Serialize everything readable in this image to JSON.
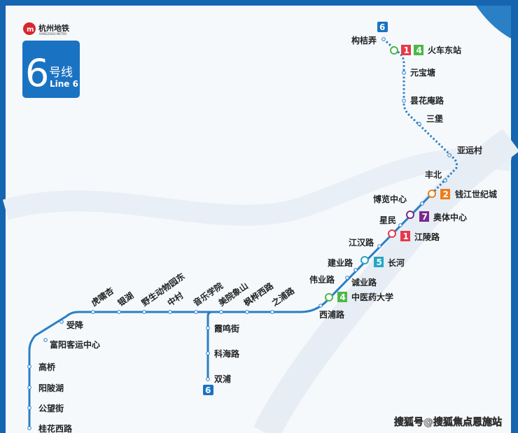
{
  "logo": {
    "name_cn": "杭州地铁",
    "name_en": "HANGZHOU METRO"
  },
  "line_badge": {
    "number": "6",
    "cn": "号线",
    "en": "Line 6"
  },
  "terminal_badges": [
    "6",
    "6"
  ],
  "colors": {
    "line6": "#2a7fc5",
    "line1": "#e63a4c",
    "line2": "#ef7d1a",
    "line4": "#4cb848",
    "line5": "#23a7c4",
    "line7": "#7a2a8e",
    "frame": "#1565b0"
  },
  "stations": {
    "gouju": "构桔弄",
    "huochedong": "火车东站",
    "yuanbaotang": "元宝塘",
    "tanhuaan": "昙花庵路",
    "sanbao": "三堡",
    "yayuncun": "亚运村",
    "fengbei": "丰北",
    "qianjiang": "钱江世纪城",
    "bolan": "博览中心",
    "aoti": "奥体中心",
    "xingmin": "星民",
    "jiangling": "江陵路",
    "jianghan": "江汉路",
    "jianye": "建业路",
    "changhe": "长河",
    "weiye": "伟业路",
    "chengye": "诚业路",
    "zhongyiyao": "中医药大学",
    "xipu": "西浦路",
    "zhipu": "之浦路",
    "fenghuaxi": "枫桦西路",
    "meiyuan": "美院象山",
    "yinyue": "音乐学院",
    "zhongcun": "中村",
    "yesheng": "野生动物园东",
    "yinhu": "银湖",
    "huxiaoqi": "虎啸杏",
    "shouxiang": "受降",
    "fuyang": "富阳客运中心",
    "gaoqiao": "高桥",
    "yangpi": "阳陂湖",
    "gongwang": "公望街",
    "guihua": "桂花西路",
    "xiaming": "霞鸣街",
    "kehai": "科海路",
    "shuangpu": "双浦"
  },
  "transfer_lines": {
    "huochedong": [
      "1",
      "4"
    ],
    "qianjiang": "2",
    "aoti": "7",
    "jiangling": "1",
    "changhe": "5",
    "zhongyiyao": "4"
  },
  "watermark": "搜狐号@搜狐焦点恩施站"
}
